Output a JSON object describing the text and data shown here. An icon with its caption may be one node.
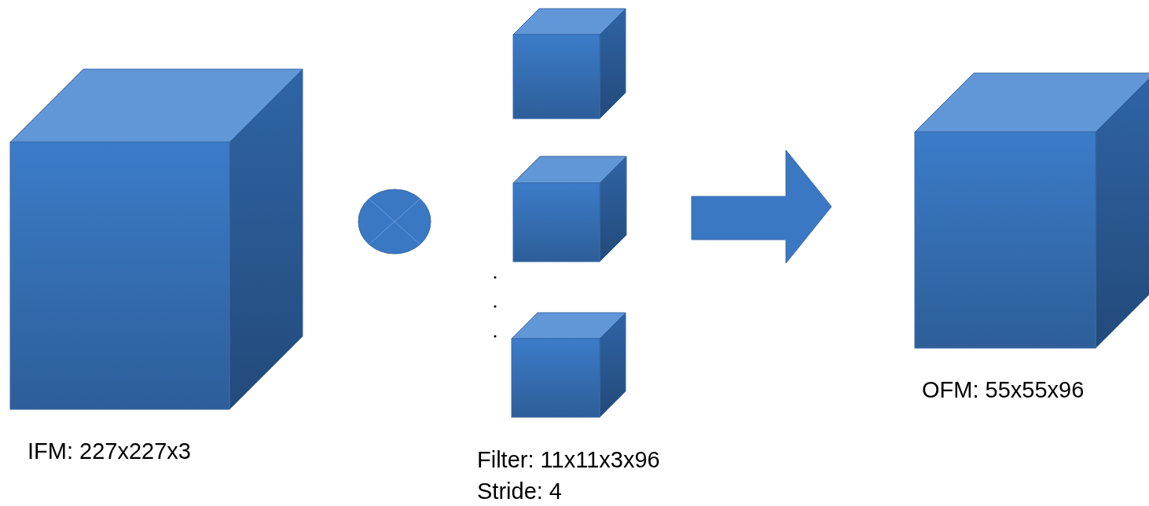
{
  "diagram": {
    "nodes": [
      {
        "text": [
          "IFM: 227x227x3"
        ]
      },
      {
        "text": [],
        "shape": "circle"
      },
      {
        "text": [],
        "shape": "box"
      },
      {
        "text": [],
        "shape": "box"
      },
      {
        "text": [],
        "shape": "box"
      },
      {
        "text": [
          "OFM: 55x55x96"
        ]
      }
    ],
    "labels": [
      "Filter: 11x11x3x96",
      "Stride: 4"
    ]
  }
}
